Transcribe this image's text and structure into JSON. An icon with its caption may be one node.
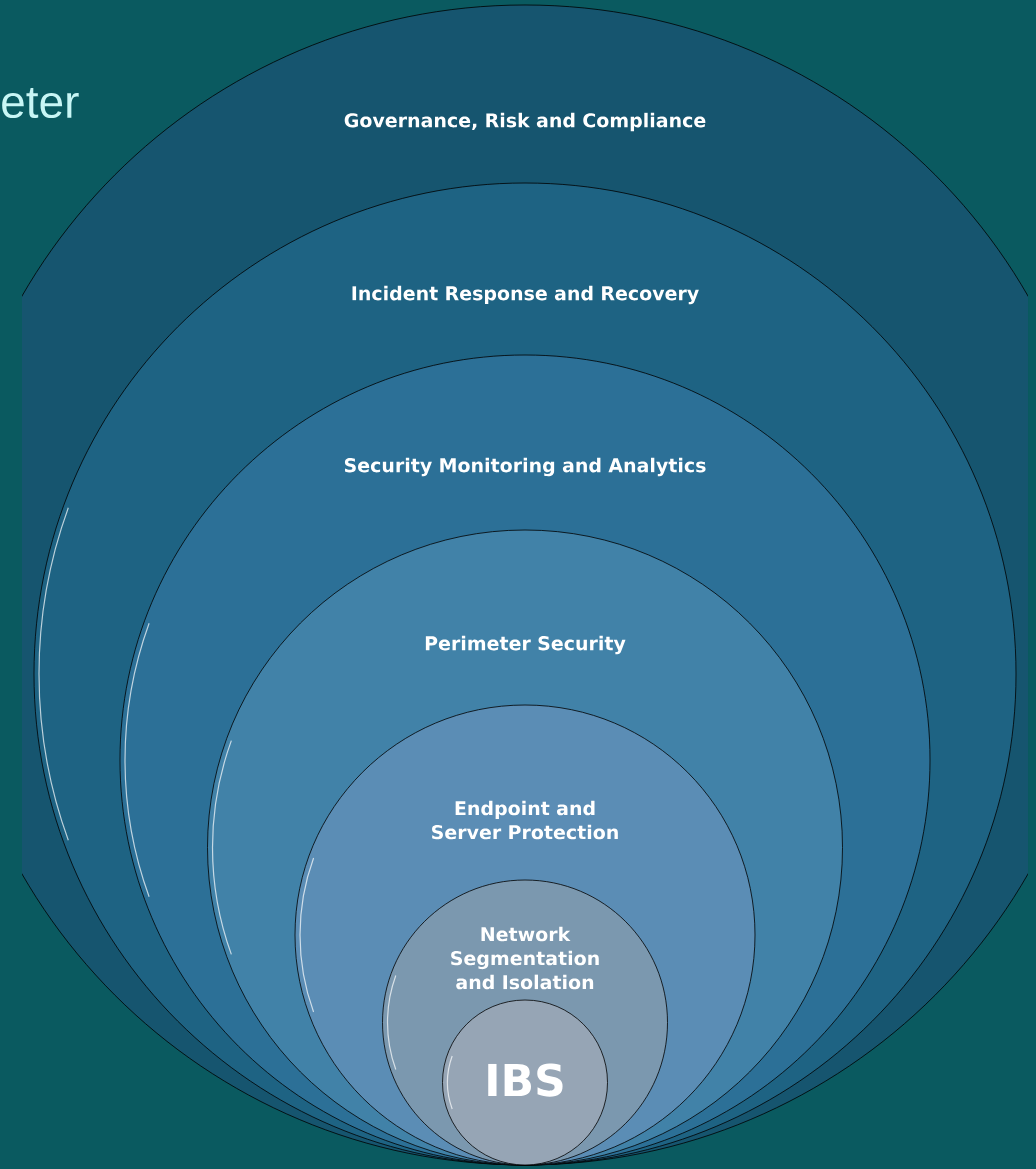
{
  "diagram": {
    "nodes": [
      {
        "text": [
          "Governance, Risk and Compliance"
        ]
      },
      {
        "text": [
          "Incident Response and Recovery"
        ],
        "in": 0
      },
      {
        "text": [
          "Security Monitoring and Analytics"
        ],
        "in": 1
      },
      {
        "text": [
          "Perimeter Security"
        ],
        "in": 2
      },
      {
        "text": [
          "Endpoint and Server Protection"
        ],
        "in": 3
      },
      {
        "text": [
          "Network Segmentation and Isolation"
        ],
        "in": 4
      },
      {
        "text": [
          "IBS"
        ],
        "in": 5
      }
    ],
    "labels": [
      "eter"
    ]
  }
}
